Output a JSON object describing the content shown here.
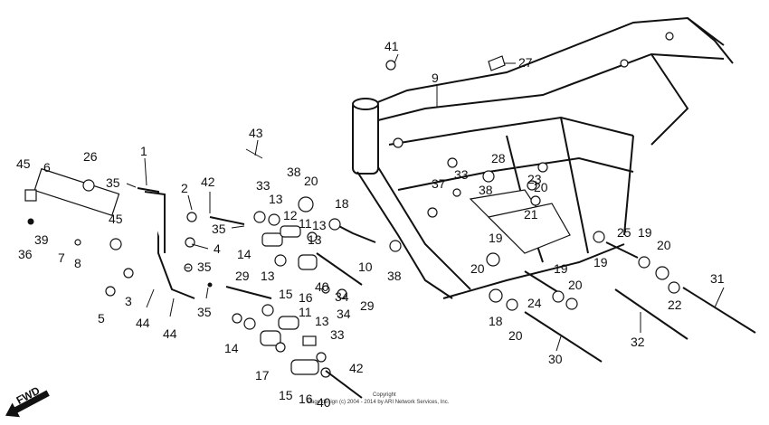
{
  "diagram": {
    "callouts": [
      "45",
      "6",
      "26",
      "35",
      "1",
      "2",
      "42",
      "43",
      "41",
      "27",
      "9",
      "39",
      "36",
      "7",
      "8",
      "45",
      "3",
      "5",
      "44",
      "44",
      "35",
      "4",
      "35",
      "35",
      "29",
      "13",
      "14",
      "15",
      "16",
      "34",
      "14",
      "17",
      "15",
      "16",
      "40",
      "42",
      "12",
      "11",
      "13",
      "13",
      "33",
      "13",
      "38",
      "20",
      "18",
      "10",
      "38",
      "37",
      "33",
      "38",
      "28",
      "23",
      "20",
      "21",
      "19",
      "20",
      "24",
      "19",
      "20",
      "18",
      "20",
      "25",
      "19",
      "20",
      "19",
      "22",
      "31",
      "32",
      "30",
      "11",
      "13",
      "33",
      "40",
      "34",
      "29"
    ],
    "fwd_label": "FWD",
    "copyright_line1": "Copyright",
    "copyright_line2": "Page design (c) 2004 - 2014 by ARI Network Services, Inc."
  }
}
